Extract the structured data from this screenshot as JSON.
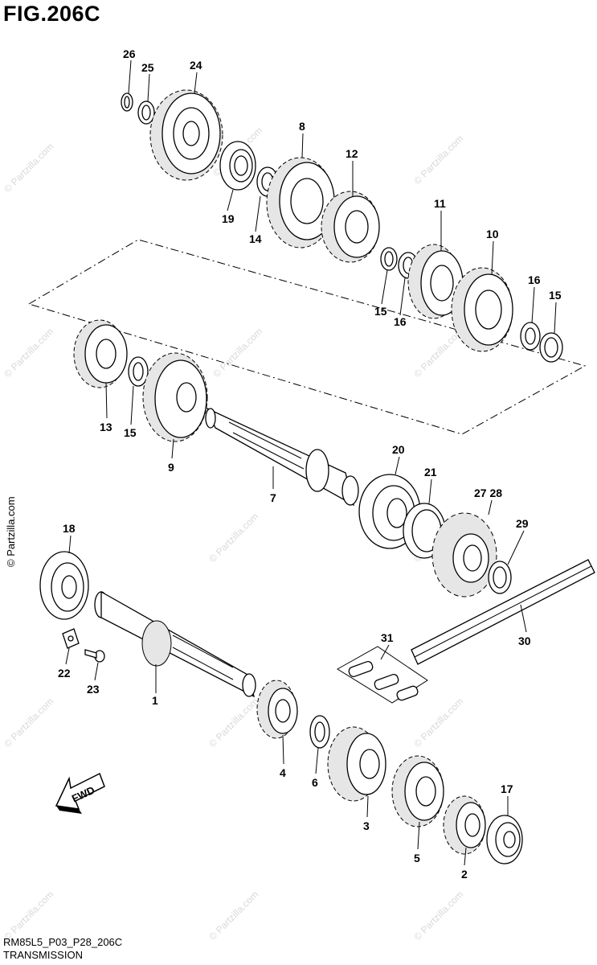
{
  "figure": {
    "title": "FIG.206C",
    "code": "RM85L5_P03_P28_206C",
    "subtitle": "TRANSMISSION"
  },
  "watermark": {
    "text": "© Partzilla.com",
    "color": "#d9d9d9"
  },
  "fwd_label": "FWD",
  "callouts": {
    "c1": "1",
    "c2": "2",
    "c3": "3",
    "c4": "4",
    "c5": "5",
    "c6": "6",
    "c7": "7",
    "c8": "8",
    "c9": "9",
    "c10": "10",
    "c11": "11",
    "c12": "12",
    "c13": "13",
    "c14": "14",
    "c15a": "15",
    "c15b": "15",
    "c15c": "15",
    "c16a": "16",
    "c16b": "16",
    "c17": "17",
    "c18": "18",
    "c19": "19",
    "c20": "20",
    "c21": "21",
    "c22": "22",
    "c23": "23",
    "c24": "24",
    "c25": "25",
    "c26": "26",
    "c2728": "27 28",
    "c29": "29",
    "c30": "30",
    "c31": "31"
  }
}
